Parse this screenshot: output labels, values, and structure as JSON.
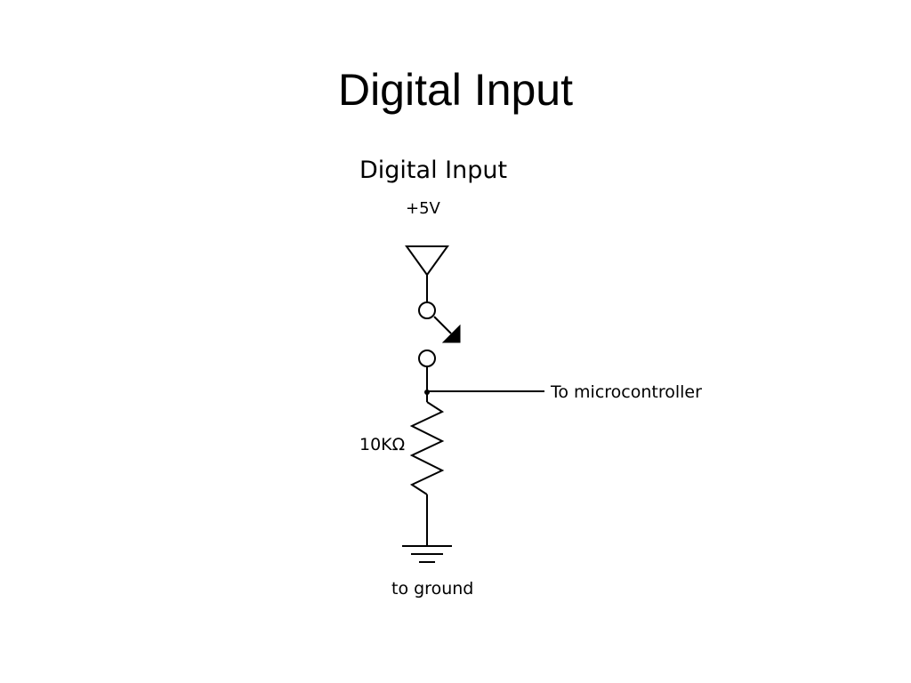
{
  "slide": {
    "title": "Digital Input"
  },
  "diagram": {
    "heading": "Digital Input",
    "supply_label": "+5V",
    "output_label": "To microcontroller",
    "resistor_label": "10KΩ",
    "ground_label": "to ground"
  },
  "colors": {
    "background": "#ffffff",
    "ink": "#000000"
  }
}
